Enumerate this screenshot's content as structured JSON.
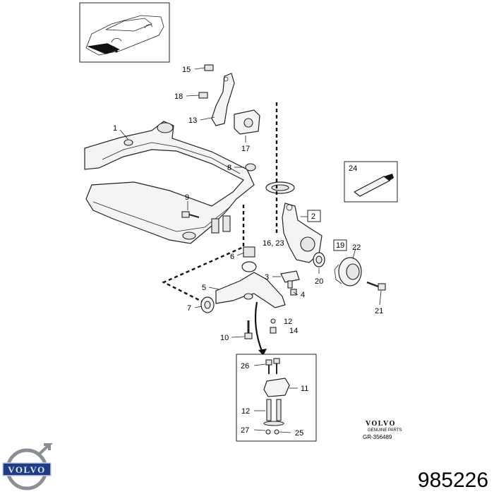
{
  "diagram": {
    "callouts": {
      "c1": "1",
      "c2": "2",
      "c3": "3",
      "c4": "4",
      "c5": "5",
      "c6": "6",
      "c7": "7",
      "c8": "8",
      "c9": "9",
      "c10": "10",
      "c11": "11",
      "c12a": "12",
      "c12b": "12",
      "c13": "13",
      "c14": "14",
      "c15": "15",
      "c16_23": "16, 23",
      "c17": "17",
      "c18": "18",
      "c19": "19",
      "c20": "20",
      "c21": "21",
      "c22": "22",
      "c24": "24",
      "c25": "25",
      "c26": "26",
      "c27": "27"
    }
  },
  "branding": {
    "wordmark": "VOLVO",
    "wordmark_sub": "GENUINE PARTS",
    "reference": "GR-356489",
    "logo_text": "VOLVO",
    "part_number": "985226"
  }
}
